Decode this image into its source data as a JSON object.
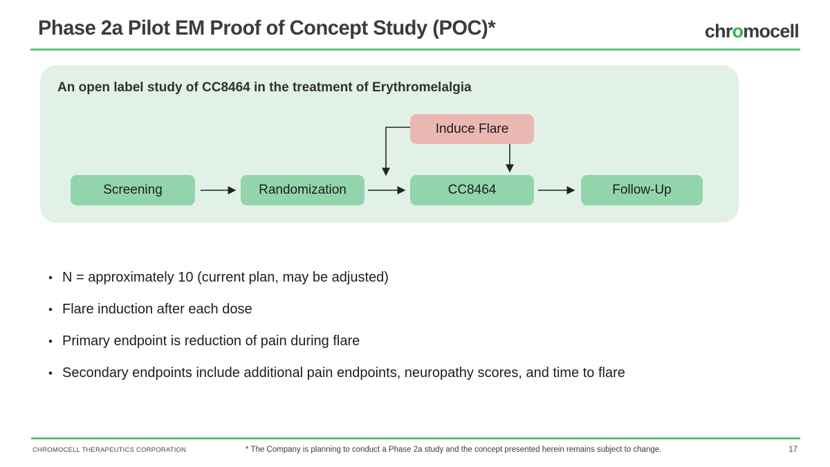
{
  "header": {
    "title": "Phase 2a Pilot EM Proof of Concept Study (POC)*",
    "logo": {
      "prefix": "chr",
      "accent": "o",
      "suffix": "mocell"
    }
  },
  "diagram": {
    "heading": "An open label study of CC8464 in the treatment of Erythromelalgia",
    "flare_box": "Induce Flare",
    "flow_boxes": [
      "Screening",
      "Randomization",
      "CC8464",
      "Follow-Up"
    ]
  },
  "bullets": [
    "N = approximately 10 (current plan, may be adjusted)",
    "Flare induction after each dose",
    "Primary endpoint is reduction of pain during flare",
    "Secondary endpoints include additional pain endpoints, neuropathy scores, and time to flare"
  ],
  "footer": {
    "company": "CHROMOCELL THERAPEUTICS CORPORATION",
    "disclaimer": "* The Company is planning to conduct a Phase 2a study and the concept presented herein remains subject to change.",
    "page_number": "17"
  },
  "colors": {
    "accent_green": "#3fbc71",
    "logo_green": "#2fb457",
    "panel_background": "#e2f1e8",
    "flow_box_green": "#92d5ac",
    "flare_box_pink": "#ebb7b2",
    "text_dark": "#1d1d1d"
  }
}
